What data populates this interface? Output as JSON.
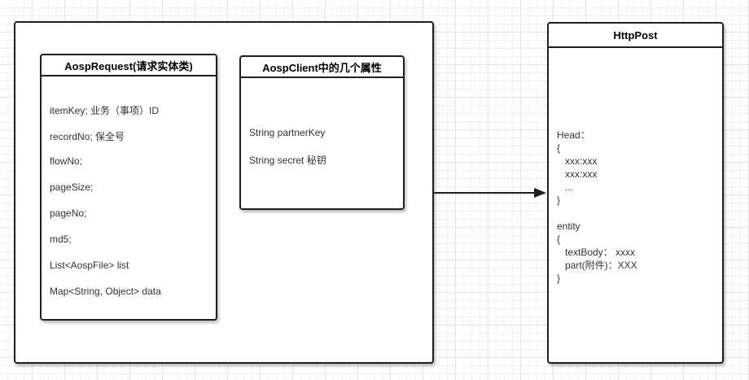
{
  "request_box": {
    "title": "AospRequest(请求实体类)",
    "fields": [
      "itemKey;  业务（事项）ID",
      "recordNo; 保全号",
      "flowNo;",
      "pageSize;",
      "pageNo;",
      "md5;",
      "List<AospFile> list",
      "Map<String, Object> data"
    ]
  },
  "client_box": {
    "title": "AospClient中的几个属性",
    "fields": [
      "String partnerKey",
      "String secret 秘钥"
    ]
  },
  "httppost_box": {
    "title": "HttpPost",
    "lines": [
      "Head：",
      "{",
      "   xxx:xxx",
      "   xxx:xxx",
      "   ...",
      "}",
      "",
      "entity",
      "{",
      "   textBody： xxxx",
      "   part(附件)：XXX",
      "}"
    ]
  },
  "colors": {
    "border": "#1f1f1f",
    "grid": "#e3e3e3",
    "text": "#333333"
  }
}
